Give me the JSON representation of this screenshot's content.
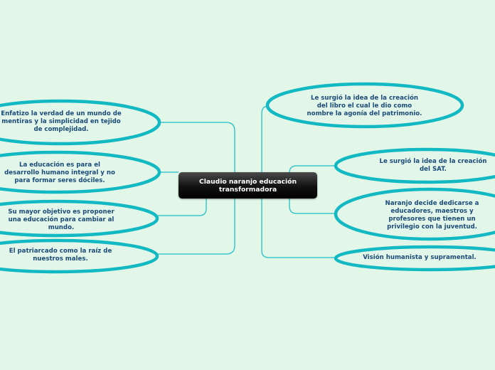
{
  "central_topic": "Claudio naranjo educación transformadora",
  "colors": {
    "background": "#e2f7e8",
    "node_border": "#13b9c2",
    "connector": "#3cc6cc",
    "text": "#1b4a78",
    "central_fill": "#111111"
  },
  "left_nodes": [
    {
      "text": "Enfatizo la verdad de un mundo de mentiras y la simplicidad en tejido de complejidad."
    },
    {
      "text": "La educación es para el desarrollo humano integral y no para formar seres dóciles."
    },
    {
      "text": "Su mayor objetivo es proponer una educación para cambiar al mundo."
    },
    {
      "text": "El patriarcado  como la raíz de nuestros males."
    }
  ],
  "right_nodes": [
    {
      "text": "Le surgió la idea de la creación del libro el cual le dio como nombre la agonía del patrimonio."
    },
    {
      "text": "Le surgió la idea de la creación del SAT."
    },
    {
      "text": "Naranjo decide dedicarse a educadores, maestros y profesores que tienen un privilegio con la juventud."
    },
    {
      "text": "Visión humanista y supramental."
    }
  ]
}
